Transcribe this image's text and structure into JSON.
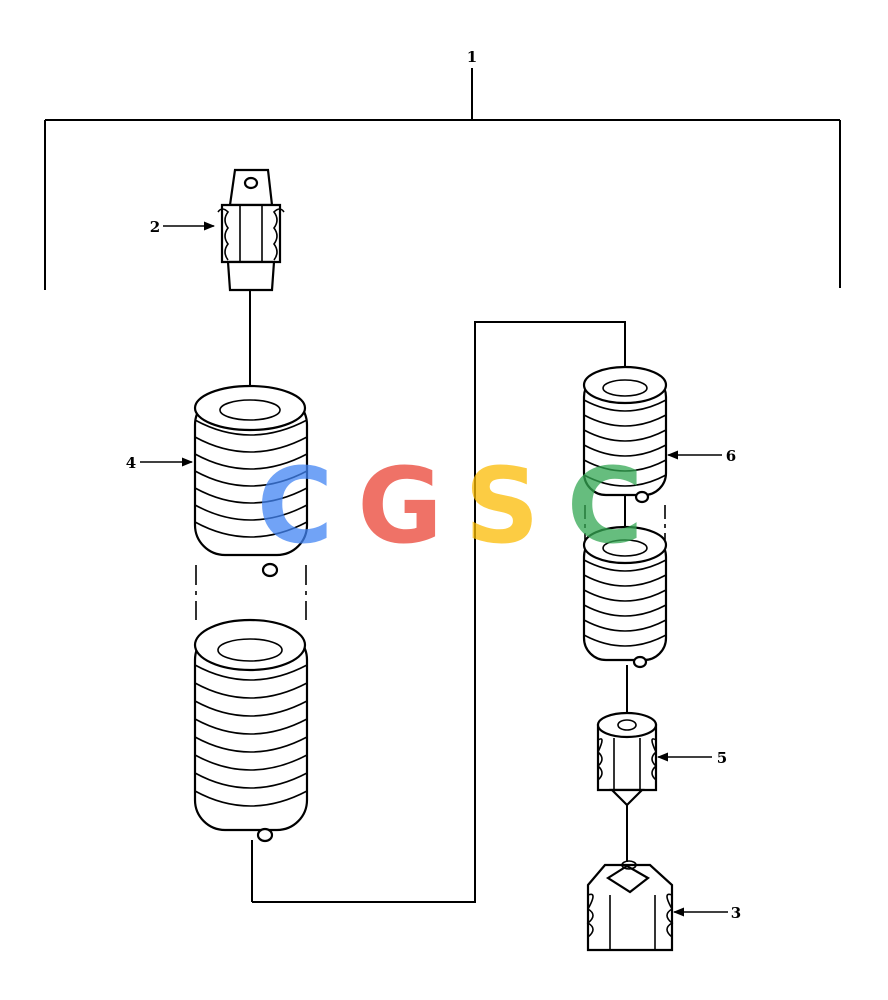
{
  "diagram": {
    "callouts": {
      "c1": "1",
      "c2": "2",
      "c3": "3",
      "c4": "4",
      "c5": "5",
      "c6": "6"
    }
  },
  "watermark": {
    "letters": [
      "C",
      "G",
      "S",
      "C"
    ],
    "colors": [
      "#4285f4",
      "#ea4335",
      "#fbbc05",
      "#34a853"
    ]
  }
}
